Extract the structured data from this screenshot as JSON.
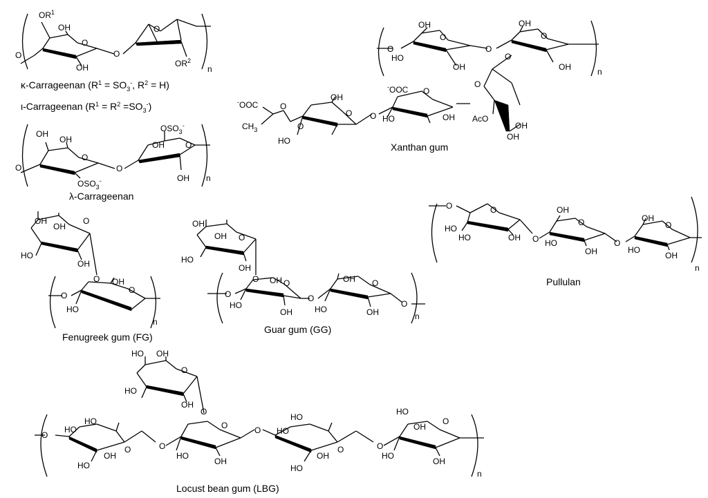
{
  "labels": {
    "kappa_name": "κ-Carrageenan (R",
    "kappa_r1": "1",
    "kappa_mid": " = SO",
    "kappa_sub3": "3",
    "kappa_minus": "-",
    "kappa_r2_prefix": ", R",
    "kappa_r2": "2",
    "kappa_end": " = H)",
    "iota_name": "ι-Carrageenan  (R",
    "iota_r1": "1",
    "iota_mid": " = R",
    "iota_r2": "2",
    "iota_eq": " =SO",
    "iota_sub3": "3",
    "iota_minus": "-",
    "iota_end": ")",
    "lambda_name": "λ-Carrageenan",
    "xanthan_name": "Xanthan gum",
    "pullulan_name": "Pullulan",
    "fenugreek_name": "Fenugreek gum (FG)",
    "guar_name": "Guar gum (GG)",
    "lbg_name": "Locust bean gum (LBG)"
  },
  "atoms": {
    "oh": "OH",
    "ho": "HO",
    "o": "O",
    "n": "n",
    "or1": "OR",
    "or2": "OR",
    "r1": "1",
    "r2": "2",
    "oso3": "OSO",
    "three": "3",
    "minus": "-",
    "ooc": "OOC",
    "ch3": "CH",
    "ooc_acid": "OOC",
    "aco": "AcO"
  }
}
